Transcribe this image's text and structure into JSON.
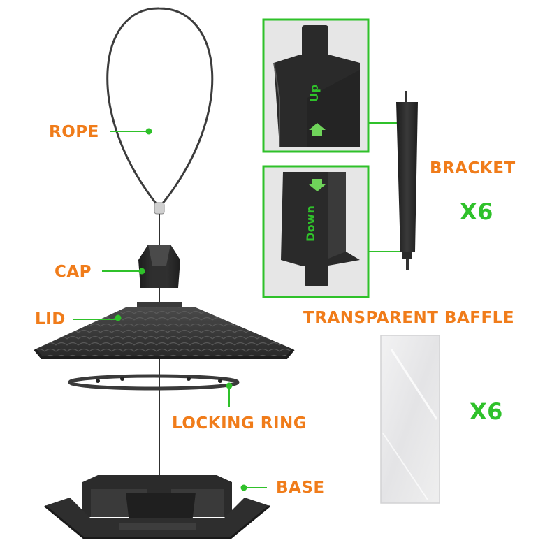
{
  "colors": {
    "label_orange": "#f07c1a",
    "accent_green": "#2fc12a",
    "part_dark": "#2a2a2a",
    "baffle": "#e9e9ea"
  },
  "labels": {
    "rope": "ROPE",
    "cap": "CAP",
    "lid": "LID",
    "locking_ring": "LOCKING RING",
    "base": "BASE",
    "bracket": "BRACKET",
    "bracket_qty": "X6",
    "baffle": "TRANSPARENT BAFFLE",
    "baffle_qty": "X6"
  },
  "bracket_detail": {
    "up_text": "Up",
    "down_text": "Down",
    "up_icon": "arrow-up-icon",
    "down_icon": "arrow-down-icon"
  }
}
